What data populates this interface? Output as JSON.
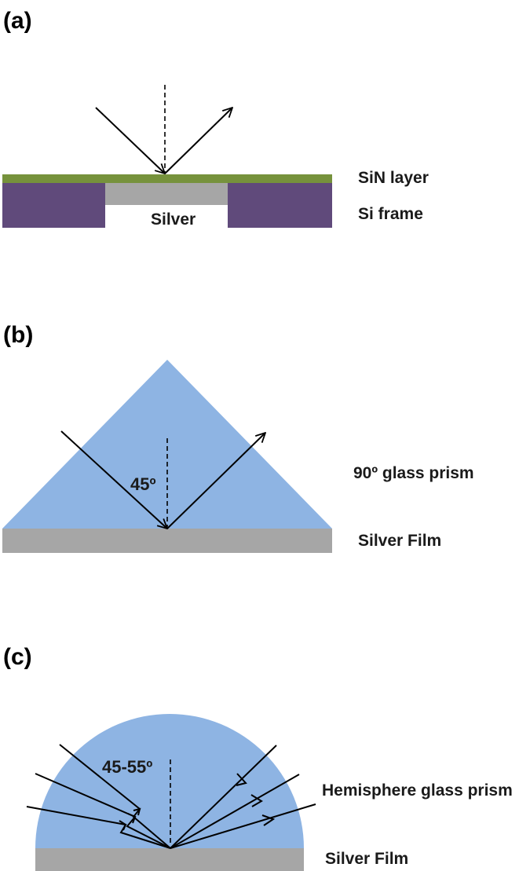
{
  "panels": {
    "a": {
      "label": "(a)",
      "labels": {
        "sin_layer": "SiN layer",
        "si_frame": "Si frame",
        "silver": "Silver"
      }
    },
    "b": {
      "label": "(b)",
      "labels": {
        "prism": "90º glass prism",
        "film": "Silver Film",
        "angle": "45º"
      }
    },
    "c": {
      "label": "(c)",
      "labels": {
        "prism": "Hemisphere glass prism",
        "film": "Silver Film",
        "angle": "45-55º"
      }
    }
  },
  "colors": {
    "sin_layer": "#76923c",
    "si_frame": "#604a7b",
    "silver": "#a6a6a6",
    "glass": "#8eb4e3",
    "ray": "#000000"
  }
}
